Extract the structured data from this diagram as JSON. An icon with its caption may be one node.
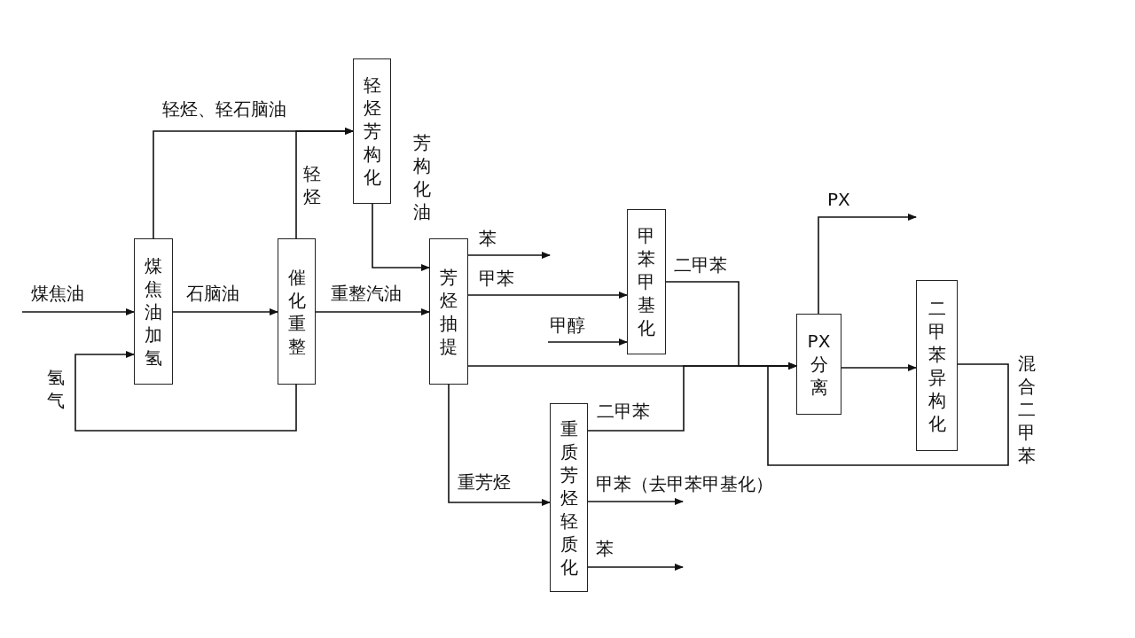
{
  "diagram": {
    "nodes": [
      {
        "text": [
          "煤焦油加氢"
        ]
      },
      {
        "text": [
          "催化重整"
        ]
      },
      {
        "text": [
          "轻烃芳构化"
        ]
      },
      {
        "text": [
          "芳烃抽提"
        ]
      },
      {
        "text": [
          "甲苯甲基化"
        ]
      },
      {
        "text": [
          "重质芳烃轻质化"
        ]
      },
      {
        "text": [
          "PX分离"
        ]
      },
      {
        "text": [
          "二甲苯异构化"
        ]
      }
    ],
    "edges": [
      {
        "from": null,
        "to": 0,
        "arrow": "to",
        "label": "煤焦油"
      },
      {
        "from": 0,
        "to": 1,
        "arrow": "to",
        "label": "石脑油"
      },
      {
        "from": 1,
        "to": 3,
        "arrow": "to",
        "label": "重整汽油"
      },
      {
        "from": 1,
        "to": 0,
        "arrow": "to",
        "label": "氢气"
      },
      {
        "from": 0,
        "to": 2,
        "arrow": "to",
        "label": "轻烃、轻石脑油"
      },
      {
        "from": 1,
        "to": 2,
        "arrow": "to",
        "label": "轻烃"
      },
      {
        "from": 2,
        "to": 3,
        "arrow": "to",
        "label": "芳构化油"
      },
      {
        "from": 3,
        "to": null,
        "arrow": "to",
        "label": "苯"
      },
      {
        "from": 3,
        "to": 4,
        "arrow": "to",
        "label": "甲苯"
      },
      {
        "from": null,
        "to": 4,
        "arrow": "to",
        "label": "甲醇"
      },
      {
        "from": 3,
        "to": 6,
        "arrow": "to"
      },
      {
        "from": 4,
        "to": 6,
        "arrow": "to",
        "label": "二甲苯"
      },
      {
        "from": 5,
        "to": 6,
        "arrow": "to",
        "label": "二甲苯"
      },
      {
        "from": 3,
        "to": 5,
        "arrow": "to",
        "label": "重芳烃"
      },
      {
        "from": 5,
        "to": null,
        "arrow": "to",
        "label": "甲苯（去甲苯甲基化）"
      },
      {
        "from": 5,
        "to": null,
        "arrow": "to",
        "label": "苯"
      },
      {
        "from": 6,
        "to": null,
        "arrow": "to",
        "label": "PX"
      },
      {
        "from": 6,
        "to": 7,
        "arrow": "to"
      },
      {
        "from": 7,
        "to": 6,
        "arrow": "to",
        "label": "混合二甲苯"
      }
    ]
  }
}
